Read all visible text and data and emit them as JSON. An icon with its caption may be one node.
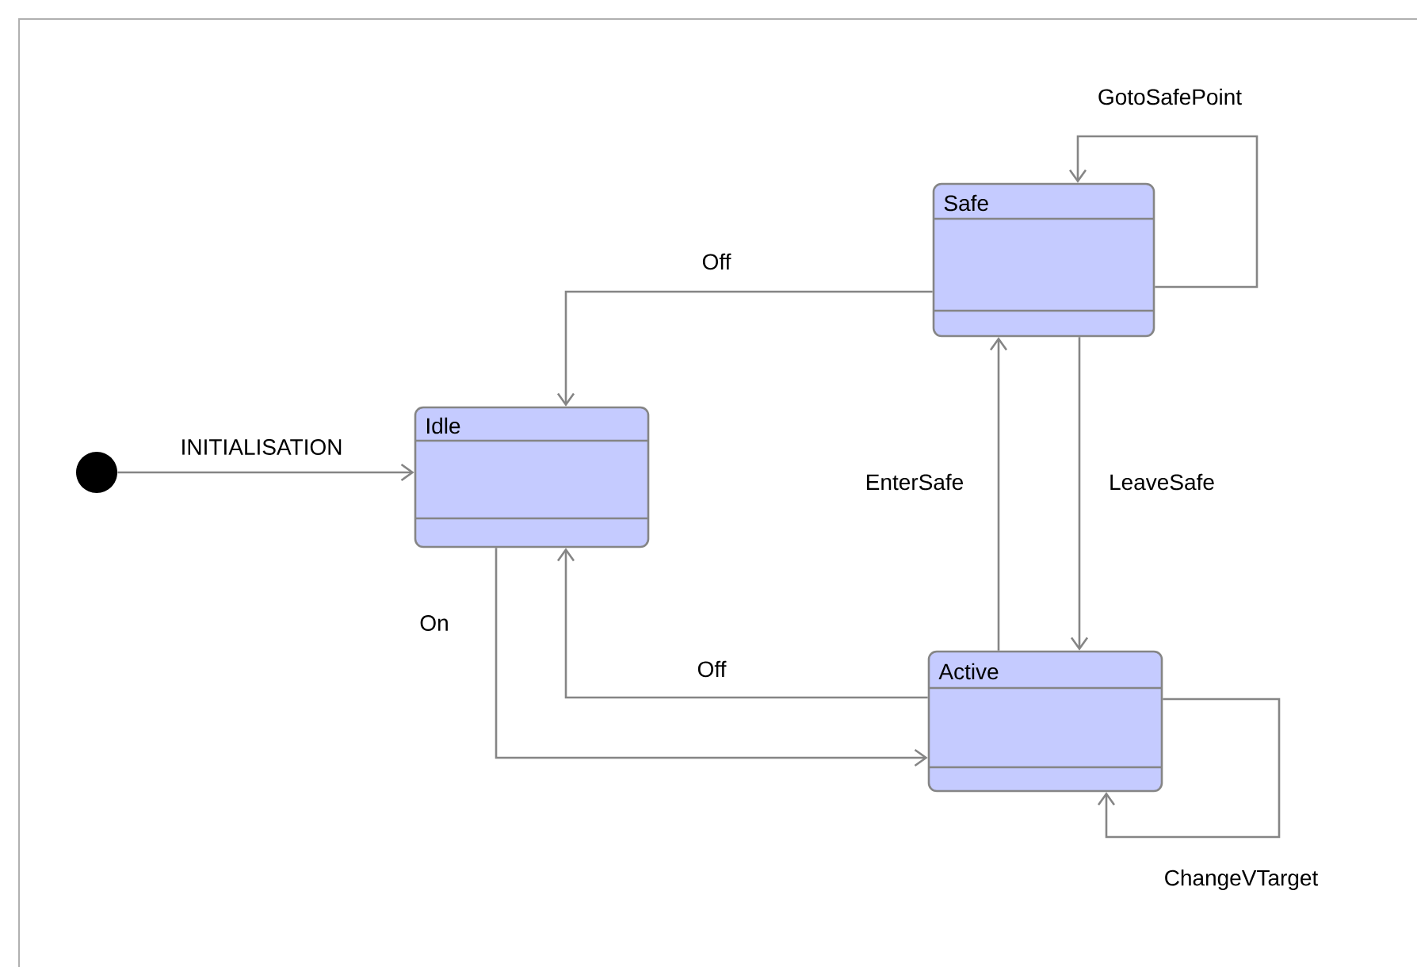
{
  "diagram": {
    "nodes": [
      {
        "text": [],
        "shape": "circle"
      },
      {
        "text": [
          "Idle"
        ]
      },
      {
        "text": [
          "Safe"
        ]
      },
      {
        "text": [
          "Active"
        ]
      }
    ],
    "edges": [
      {
        "from": 0,
        "to": 1,
        "arrow": "to",
        "label": "INITIALISATION"
      },
      {
        "from": 2,
        "to": 1,
        "arrow": "to",
        "label": "Off"
      },
      {
        "from": 2,
        "to": 2,
        "arrow": "to",
        "label": "GotoSafePoint"
      },
      {
        "from": 3,
        "to": 2,
        "arrow": "to",
        "label": "EnterSafe"
      },
      {
        "from": 2,
        "to": 3,
        "arrow": "to",
        "label": "LeaveSafe"
      },
      {
        "from": 1,
        "to": 3,
        "arrow": "to",
        "label": "On"
      },
      {
        "from": 3,
        "to": 1,
        "arrow": "to",
        "label": "Off"
      },
      {
        "from": 3,
        "to": 3,
        "arrow": "to",
        "label": "ChangeVTarget"
      }
    ]
  }
}
